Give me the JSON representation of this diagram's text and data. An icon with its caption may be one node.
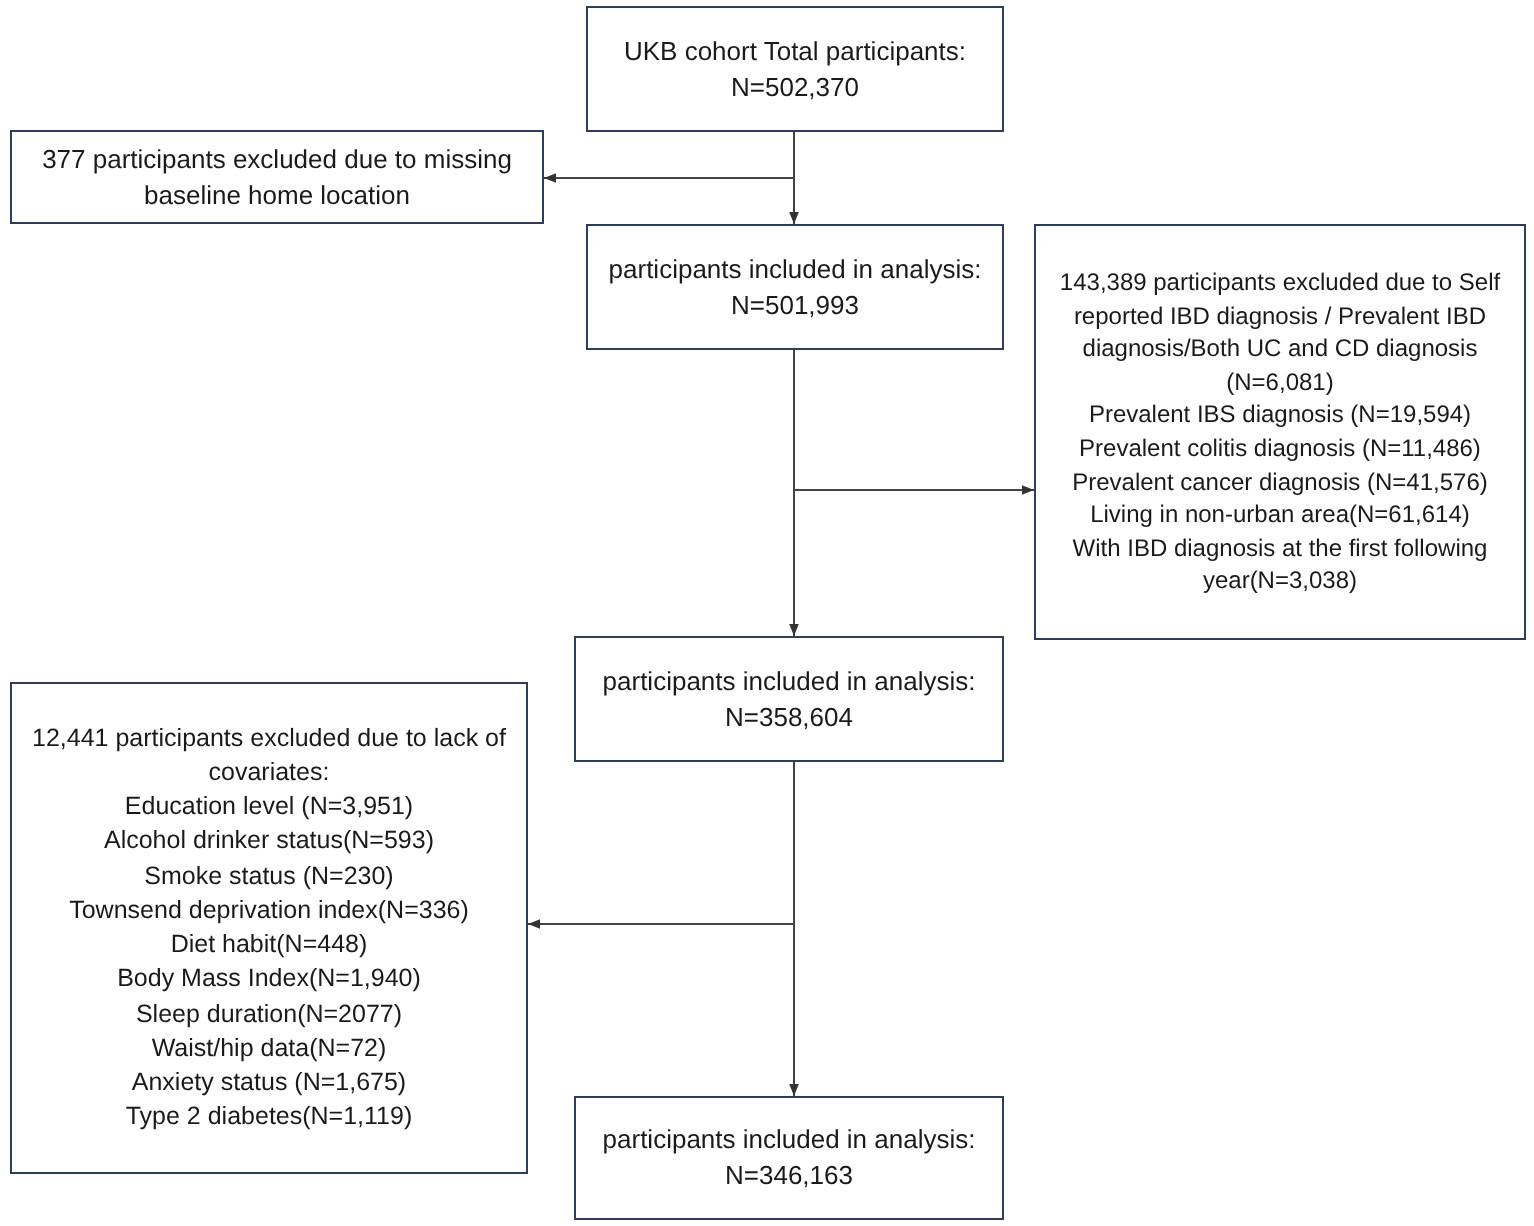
{
  "diagram": {
    "nodes": [
      {
        "text": [
          "UKB cohort Total participants: N=502,370"
        ]
      },
      {
        "text": [
          "377 participants excluded due to missing baseline home location"
        ]
      },
      {
        "text": [
          "participants included in analysis: N=501,993"
        ]
      },
      {
        "text": [
          "143,389 participants excluded due to Self reported IBD diagnosis / Prevalent IBD diagnosis/Both UC and CD diagnosis (N=6,081)",
          "Prevalent IBS diagnosis (N=19,594)",
          "Prevalent colitis diagnosis (N=11,486)",
          "Prevalent cancer diagnosis (N=41,576)",
          "Living in non-urban area(N=61,614)",
          "With IBD diagnosis at the first following year(N=3,038)"
        ]
      },
      {
        "text": [
          "participants included in analysis: N=358,604"
        ]
      },
      {
        "text": [
          "12,441 participants excluded due to lack of covariates:",
          "Education level (N=3,951)",
          "Alcohol drinker status(N=593)",
          "Smoke status (N=230)",
          "Townsend deprivation index(N=336)",
          "Diet habit(N=448)",
          "Body Mass Index(N=1,940)",
          "Sleep duration(N=2077)",
          "Waist/hip data(N=72)",
          "Anxiety status (N=1,675)",
          "Type 2 diabetes(N=1,119)"
        ]
      },
      {
        "text": [
          "participants included in analysis: N=346,163"
        ]
      }
    ],
    "edges": [
      {
        "from": 0,
        "to": 1,
        "arrow": "to"
      },
      {
        "from": 0,
        "to": 2,
        "arrow": "to"
      },
      {
        "from": 2,
        "to": 3,
        "arrow": "to"
      },
      {
        "from": 2,
        "to": 4,
        "arrow": "to"
      },
      {
        "from": 4,
        "to": 5,
        "arrow": "to"
      },
      {
        "from": 4,
        "to": 6,
        "arrow": "to"
      }
    ]
  }
}
